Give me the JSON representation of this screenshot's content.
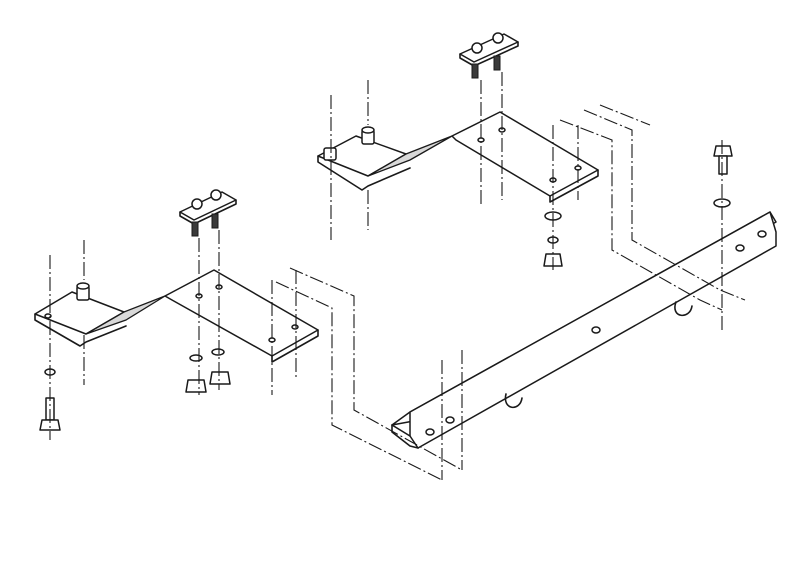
{
  "figure": {
    "kind": "exploded mounting bracket assembly line drawing",
    "background": "#ffffff",
    "line_color": "#1a1a1a"
  },
  "parts": [
    {
      "name": "left-z-bracket",
      "icon": "z-bracket-icon"
    },
    {
      "name": "right-z-bracket",
      "icon": "z-bracket-icon"
    },
    {
      "name": "mounting-rail",
      "icon": "angle-rail-icon"
    },
    {
      "name": "clamp-plate",
      "icon": "clamp-plate-icon"
    },
    {
      "name": "bolt",
      "icon": "hex-bolt-icon"
    },
    {
      "name": "washer",
      "icon": "washer-icon"
    },
    {
      "name": "nut",
      "icon": "hex-nut-icon"
    }
  ]
}
